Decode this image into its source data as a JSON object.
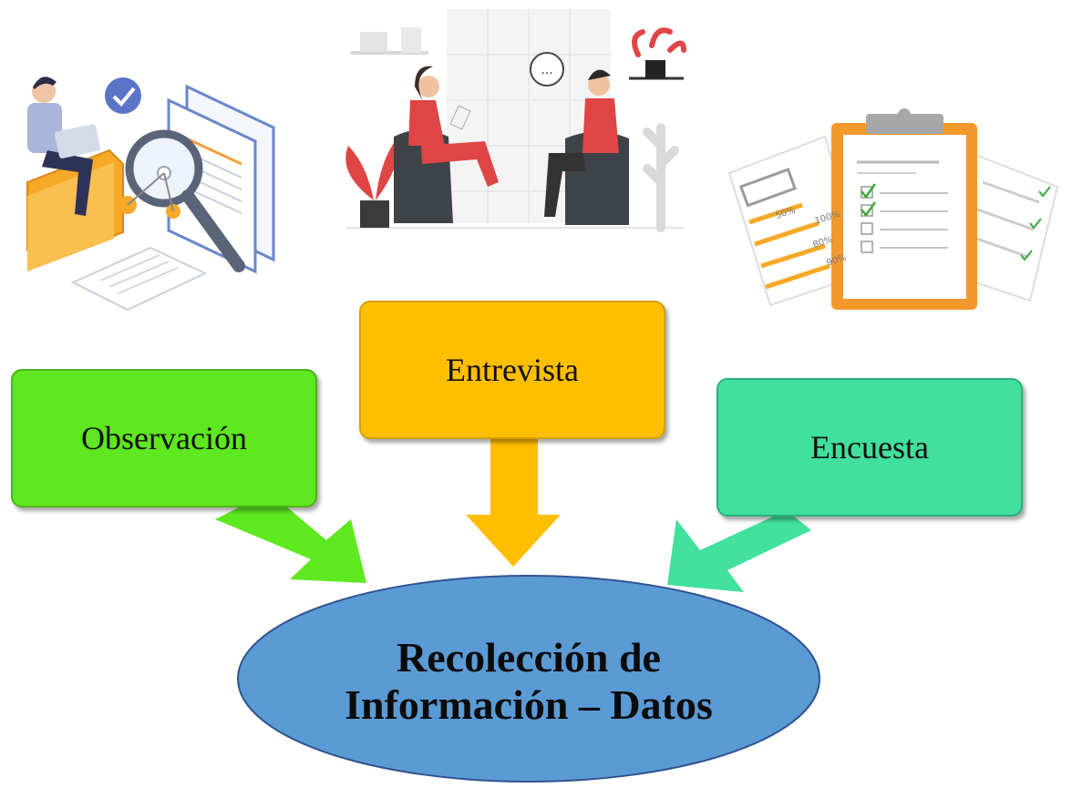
{
  "sources": [
    {
      "id": "observacion",
      "label": "Observación",
      "color": "#5ee81f"
    },
    {
      "id": "entrevista",
      "label": "Entrevista",
      "color": "#ffbf00"
    },
    {
      "id": "encuesta",
      "label": "Encuesta",
      "color": "#41e09c"
    }
  ],
  "target": {
    "line1": "Recolección de",
    "line2": "Información – Datos",
    "color": "#5b9bd5"
  },
  "illustrations": {
    "observation": {
      "icon": "magnifier-document-laptop-icon"
    },
    "interview": {
      "icon": "two-people-talking-icon",
      "bubble": "..."
    },
    "survey": {
      "icon": "clipboard-checklist-icon",
      "percentages": [
        "50%",
        "100%",
        "80%",
        "90%"
      ]
    }
  }
}
